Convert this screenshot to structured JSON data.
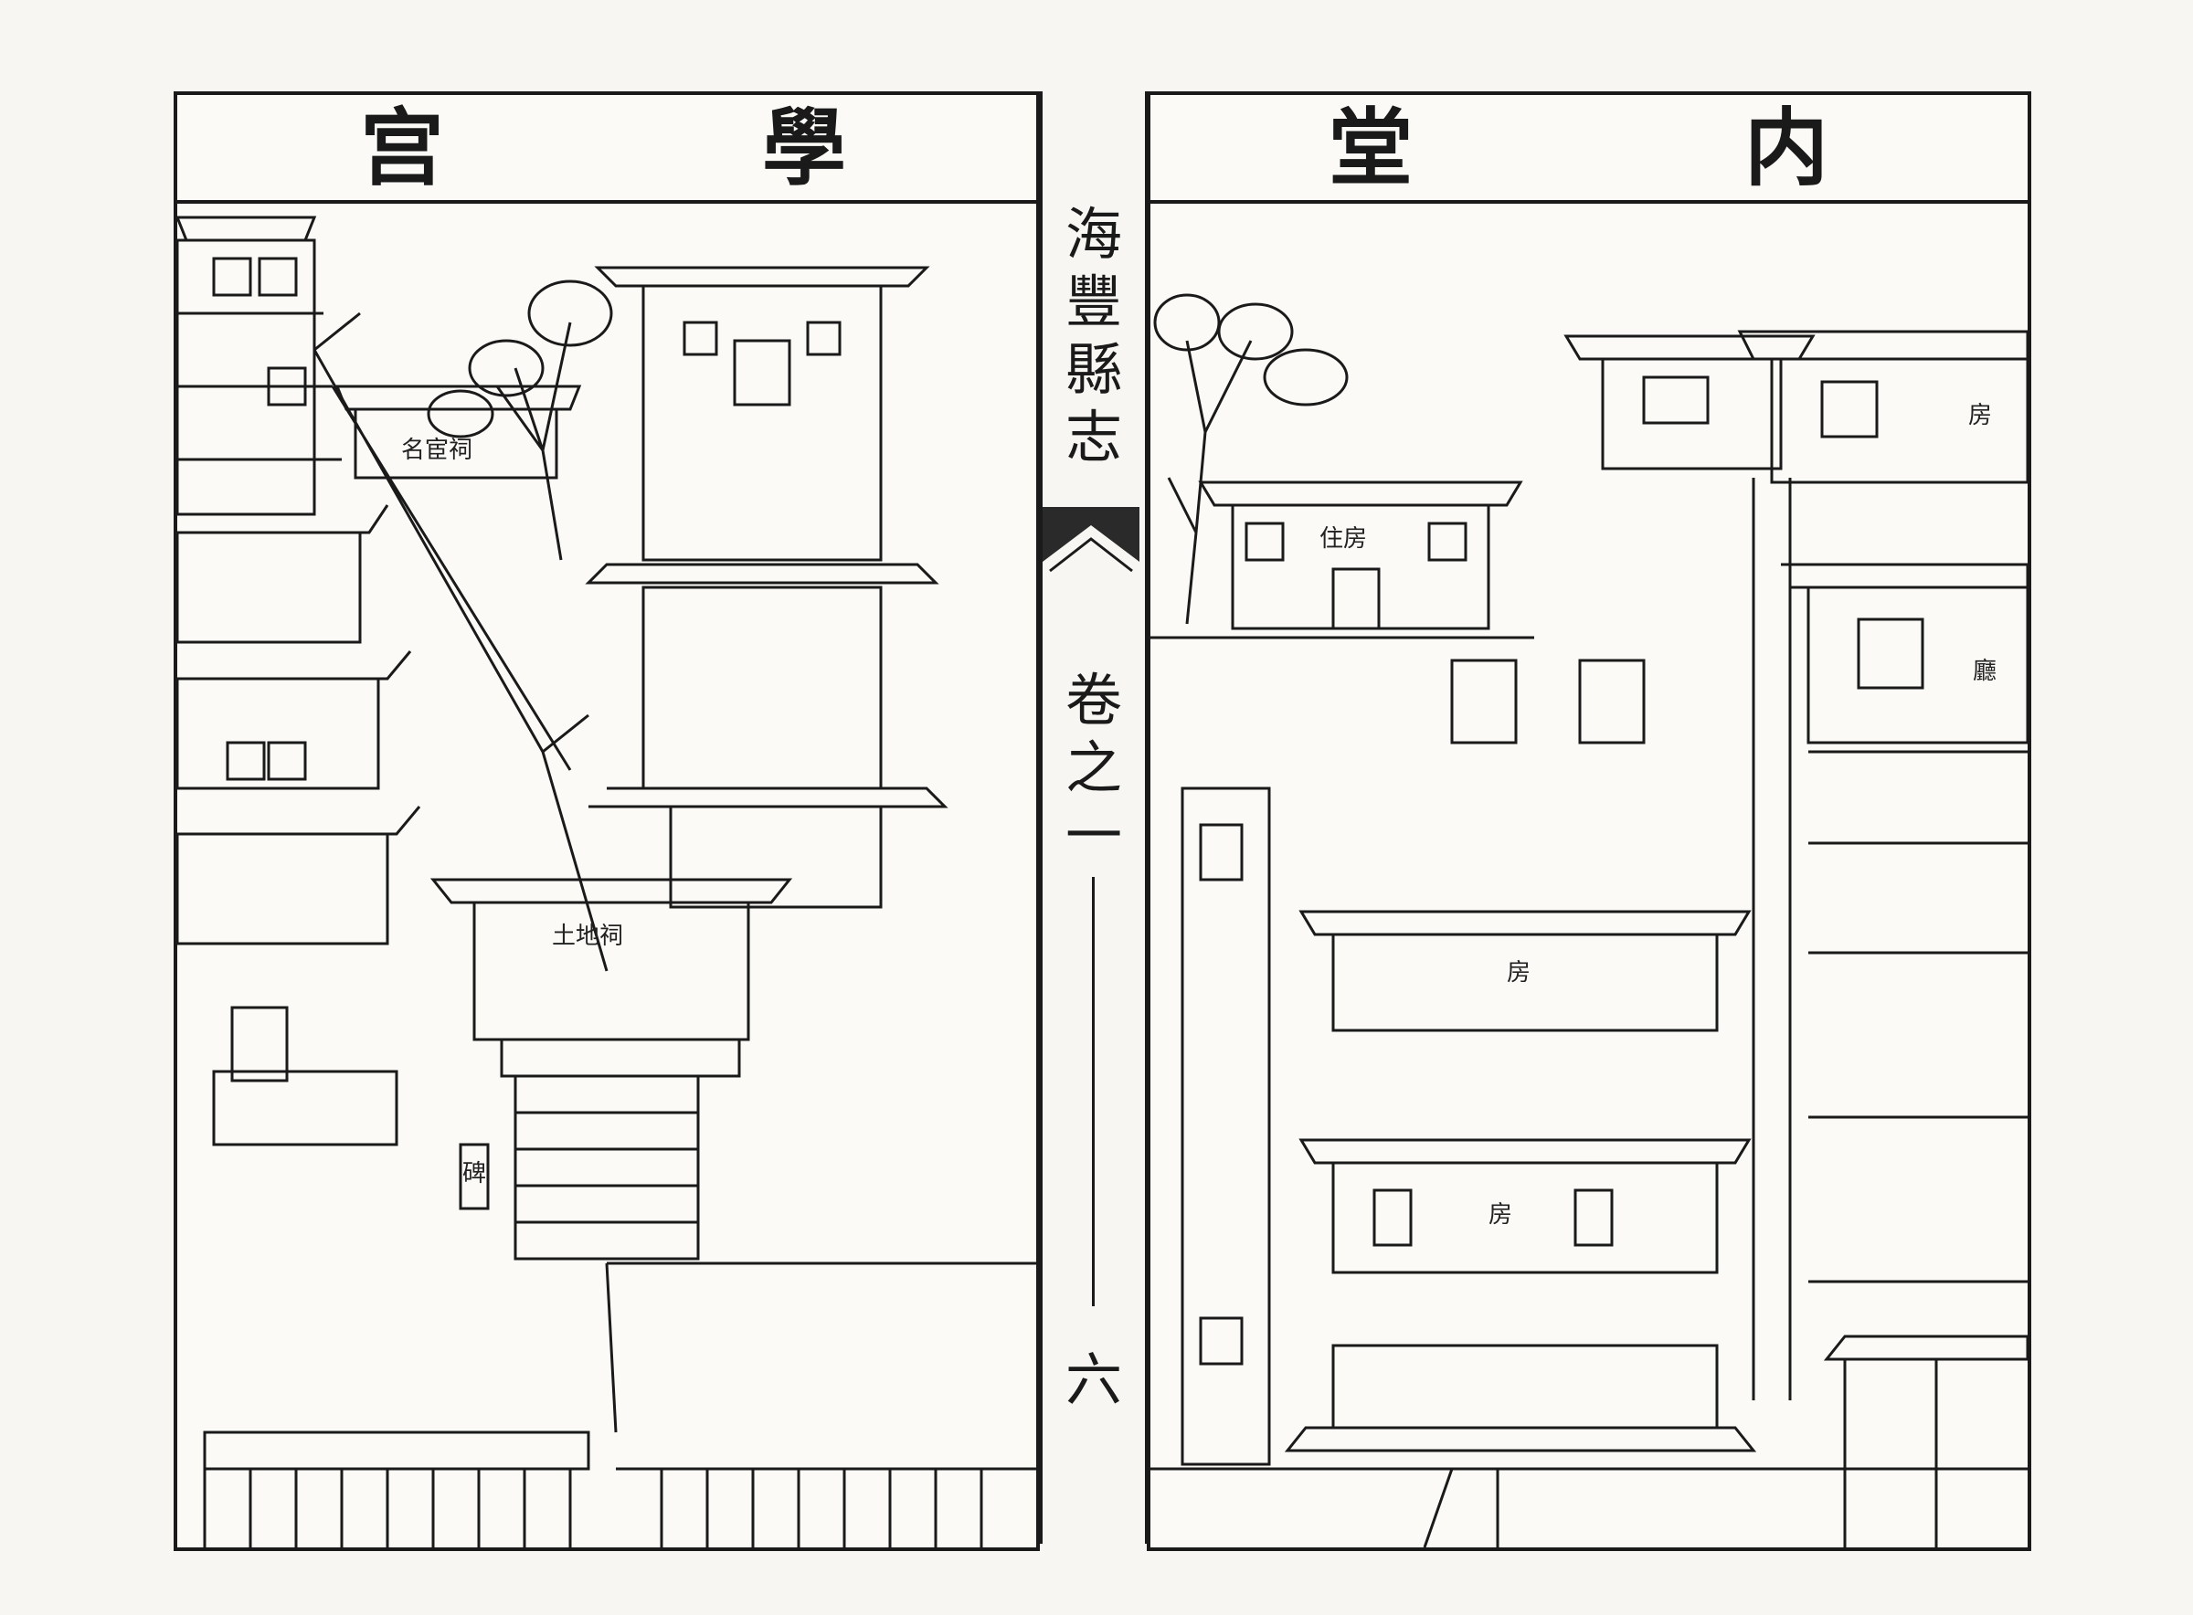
{
  "left_page": {
    "title_chars": [
      "學",
      "宫"
    ],
    "labels": {
      "ming_huan_ci": "名宦祠",
      "tu_di_ci": "土地祠",
      "qi": "碑"
    }
  },
  "right_page": {
    "title_chars": [
      "内",
      "堂"
    ],
    "labels": {
      "fang_top": "房",
      "zhu_fang": "住房",
      "ting": "廳",
      "fang_mid": "房",
      "fang_low": "房"
    }
  },
  "spine": {
    "title_chars": [
      "海",
      "豐",
      "縣",
      "志"
    ],
    "volume_chars": [
      "卷",
      "之",
      "一"
    ],
    "page_number": "六"
  }
}
